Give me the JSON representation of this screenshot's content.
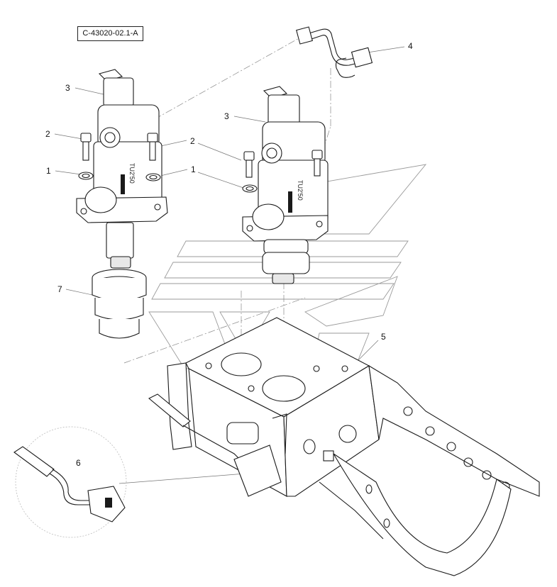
{
  "drawing_code": "C-43020-02.1-A",
  "callouts": {
    "valve_3_left": "3",
    "valve_3_right": "3",
    "screw_2_left": "2",
    "screw_2_right": "2",
    "washer_1_left": "1",
    "washer_1_right": "1",
    "pipe_4": "4",
    "bracket_5": "5",
    "sensor_6": "6",
    "boot_7": "7"
  },
  "valve_label": "TU2'50"
}
